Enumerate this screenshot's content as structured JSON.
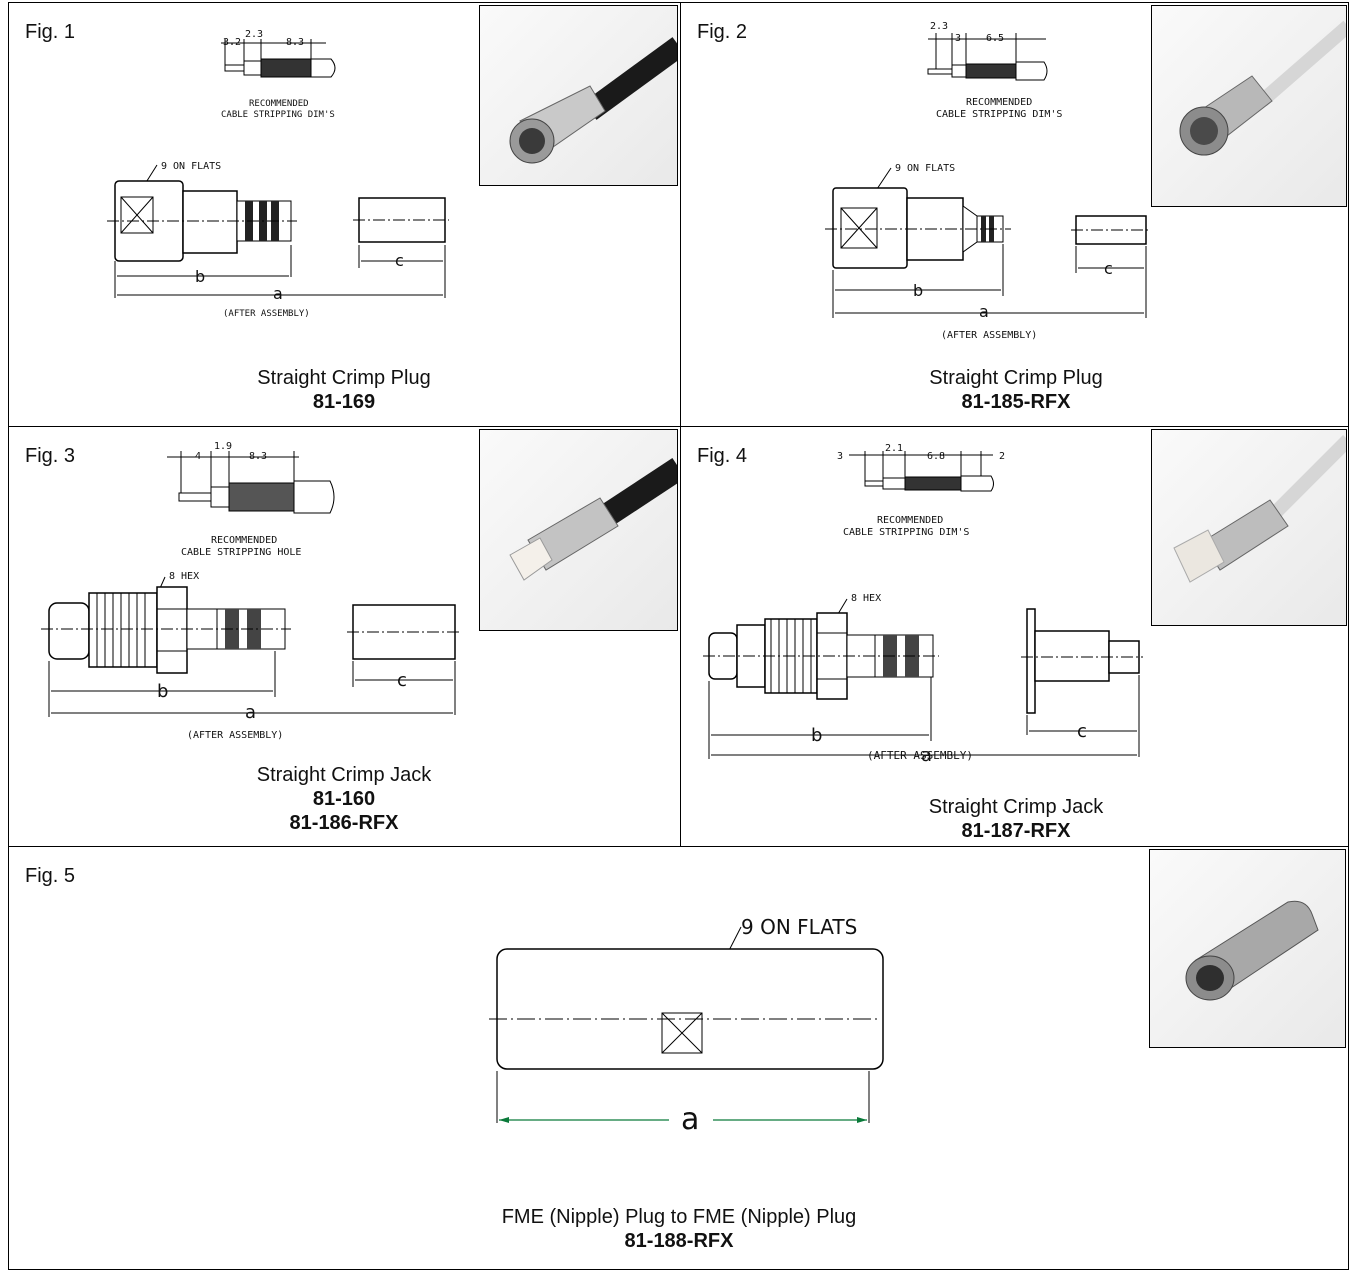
{
  "figures": [
    {
      "label": "Fig. 1",
      "strip_dims": [
        "3.2",
        "2.3",
        "8.3"
      ],
      "strip_note": [
        "RECOMMENDED",
        "CABLE STRIPPING DIM'S"
      ],
      "callout": "9 ON FLATS",
      "dim_a": "a",
      "dim_b": "b",
      "dim_c": "c",
      "after_assembly": "(AFTER ASSEMBLY)",
      "title": "Straight Crimp Plug",
      "part_numbers": [
        "81-169"
      ],
      "photo_icon": "fme-crimp-plug-photo"
    },
    {
      "label": "Fig. 2",
      "strip_dims": [
        "2.3",
        "3",
        "6.5"
      ],
      "strip_note": [
        "RECOMMENDED",
        "CABLE STRIPPING DIM'S"
      ],
      "callout": "9 ON FLATS",
      "dim_a": "a",
      "dim_b": "b",
      "dim_c": "c",
      "after_assembly": "(AFTER ASSEMBLY)",
      "title": "Straight Crimp Plug",
      "part_numbers": [
        "81-185-RFX"
      ],
      "photo_icon": "fme-crimp-plug-photo"
    },
    {
      "label": "Fig. 3",
      "strip_dims": [
        "4",
        "1.9",
        "8.3"
      ],
      "strip_note": [
        "RECOMMENDED",
        "CABLE STRIPPING HOLE"
      ],
      "callout": "8 HEX",
      "dim_a": "a",
      "dim_b": "b",
      "dim_c": "c",
      "after_assembly": "(AFTER ASSEMBLY)",
      "title": "Straight Crimp Jack",
      "part_numbers": [
        "81-160",
        "81-186-RFX"
      ],
      "photo_icon": "fme-crimp-jack-photo"
    },
    {
      "label": "Fig. 4",
      "strip_dims": [
        "3",
        "2.1",
        "6.8",
        "2"
      ],
      "strip_note": [
        "RECOMMENDED",
        "CABLE STRIPPING DIM'S"
      ],
      "callout": "8 HEX",
      "dim_a": "a",
      "dim_b": "b",
      "dim_c": "c",
      "after_assembly": "(AFTER ASSEMBLY)",
      "title": "Straight Crimp Jack",
      "part_numbers": [
        "81-187-RFX"
      ],
      "photo_icon": "fme-crimp-jack-photo"
    },
    {
      "label": "Fig. 5",
      "callout": "9 ON FLATS",
      "dim_a": "a",
      "title": "FME (Nipple) Plug to FME (Nipple) Plug",
      "part_numbers": [
        "81-188-RFX"
      ],
      "photo_icon": "fme-nipple-adapter-photo"
    }
  ],
  "colors": {
    "line": "#000000",
    "metal_light": "#d8d8d8",
    "metal_dark": "#6f6f6f",
    "dim_arrow": "#0a7a3a"
  }
}
